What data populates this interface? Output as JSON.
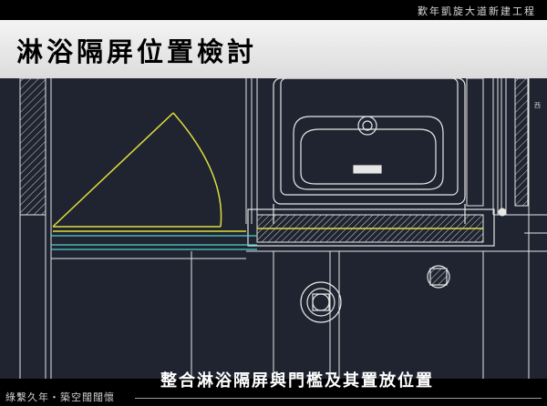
{
  "header": {
    "project_name": "歎年凱旋大道新建工程",
    "title": "淋浴隔屏位置檢討"
  },
  "drawing": {
    "small_label": "西",
    "colors": {
      "background": "#1f2430",
      "lines": "#e6e6e6",
      "door_arc": "#dede3c",
      "screen_line": "#4fd0d0"
    }
  },
  "caption": "整合淋浴隔屏與門檻及其置放位置",
  "footer": {
    "text": "綠繫久年・築空闊闊懷"
  }
}
